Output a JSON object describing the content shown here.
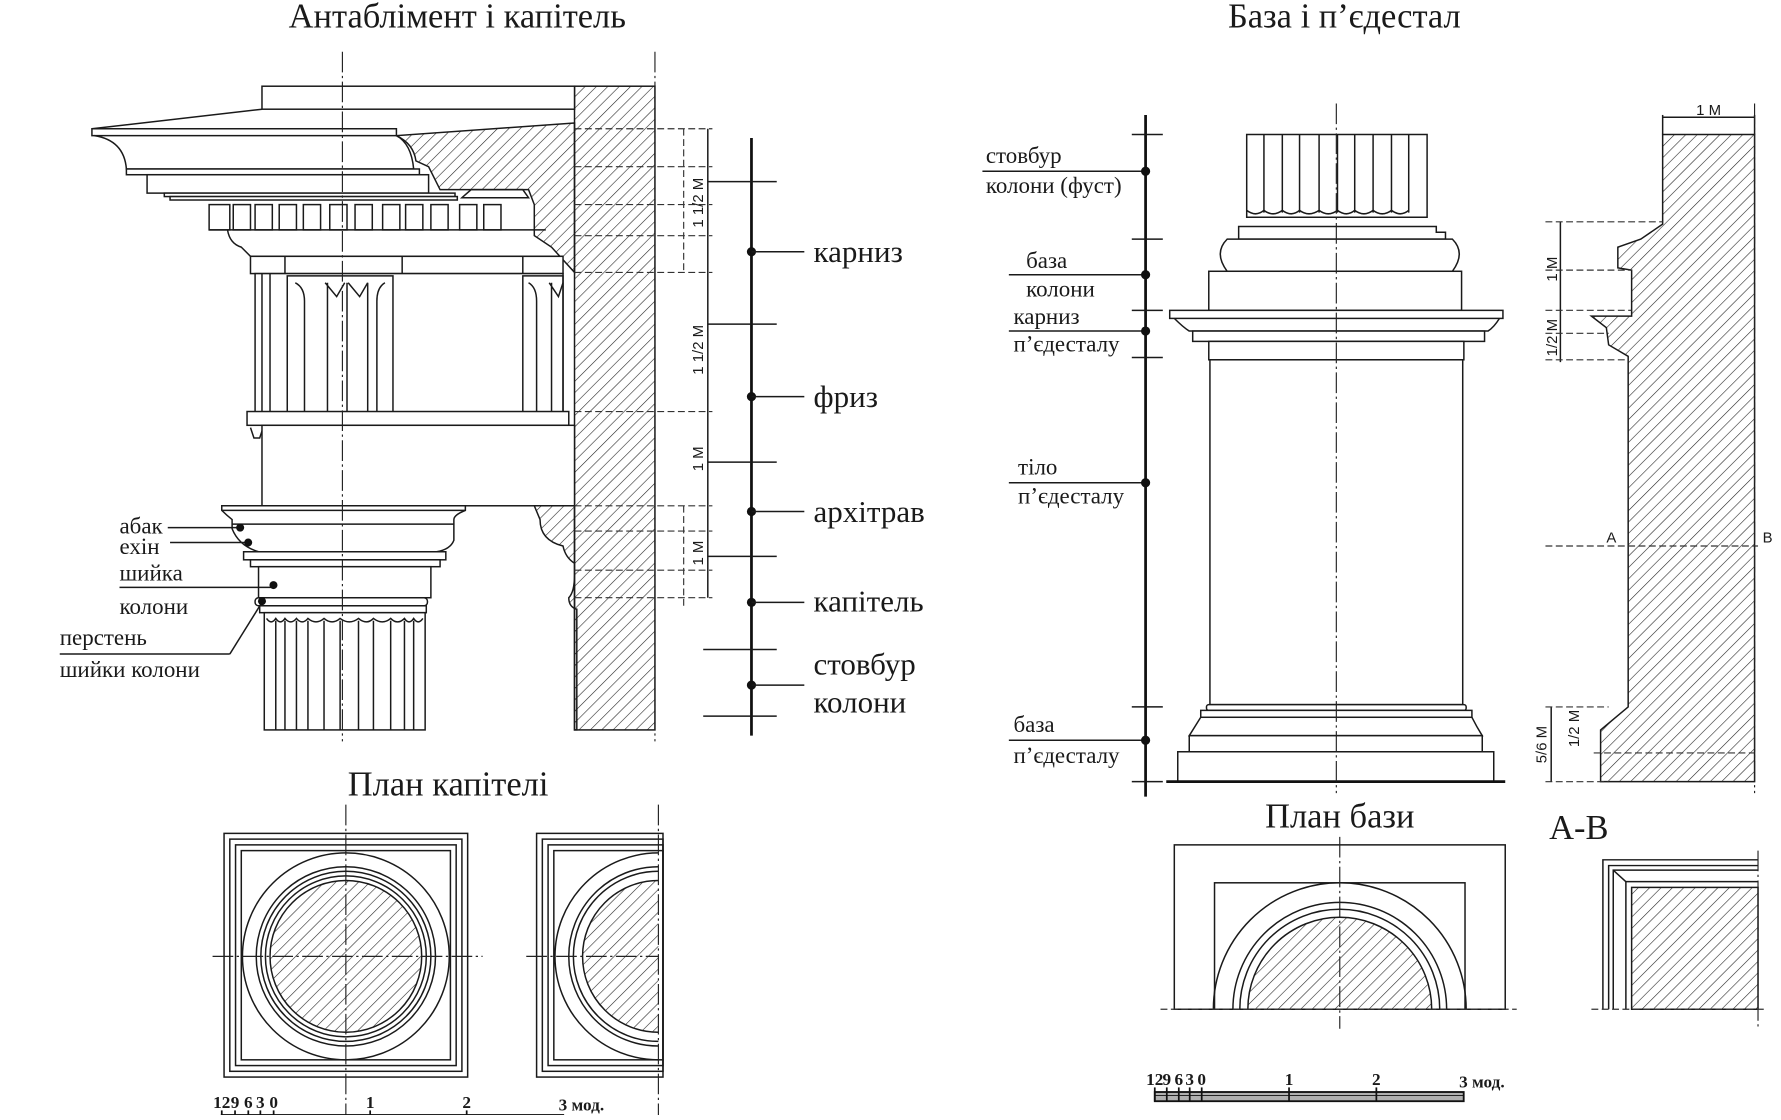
{
  "titles": {
    "entablature": "Антаблімент і капітель",
    "base_pedestal": "База і п’єдестал",
    "capital_plan": "План капітелі",
    "base_plan": "План бази",
    "section_ab": "A-B"
  },
  "entablature_parts": [
    {
      "label": "карниз",
      "height": "1 1/2 M"
    },
    {
      "label": "фриз",
      "height": "1 1/2 M"
    },
    {
      "label": "архітрав",
      "height": "1 M"
    },
    {
      "label": "капітель",
      "height": "1 M"
    },
    {
      "label_line1": "стовбур",
      "label_line2": "колони"
    }
  ],
  "capital_callouts": {
    "abacus": "абак",
    "echinus": "ехін",
    "neck_line1": "шийка",
    "neck_line2": "колони",
    "ring_line1": "перстень",
    "ring_line2": "шийки колони"
  },
  "pedestal_parts": [
    {
      "line1": "стовбур",
      "line2": "колони (фуст)"
    },
    {
      "line1": "база",
      "line2": "колони"
    },
    {
      "line1": "карниз",
      "line2": "п’єдесталу"
    },
    {
      "line1": "тіло",
      "line2": "п’єдесталу"
    },
    {
      "line1": "база",
      "line2": "п’єдесталу"
    }
  ],
  "section_dims": {
    "width": "1 M",
    "base_column": "1 M",
    "cornice": "1/2 M",
    "pedestal_base": "5/6 M",
    "pedestal_base_sub": "1/2 M",
    "mark_a": "A",
    "mark_b": "B"
  },
  "scale_bar": {
    "ticks": [
      "12",
      "9",
      "6",
      "3",
      "0",
      "1",
      "2"
    ],
    "end_label": "3 мод."
  }
}
